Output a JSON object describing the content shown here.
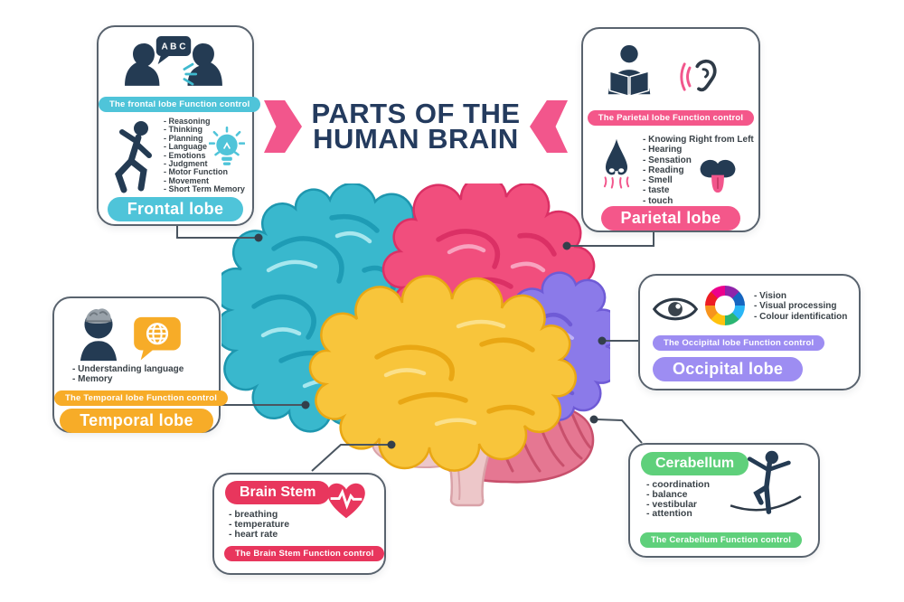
{
  "title": {
    "line1": "PARTS OF THE",
    "line2": "HUMAN BRAIN"
  },
  "frontal": {
    "name": "Frontal lobe",
    "function_label": "The frontal lobe Function control",
    "bubble_text": "A B C",
    "items": [
      "- Reasoning",
      "- Thinking",
      "- Planning",
      "- Language",
      "- Emotions",
      "- Judgment",
      "- Motor Function",
      "- Movement",
      "- Short Term Memory"
    ],
    "color": "#4FC4D9",
    "icons": [
      "talking-heads-abc-icon",
      "running-person-icon",
      "lightbulb-icon"
    ]
  },
  "parietal": {
    "name": "Parietal lobe",
    "function_label": "The Parietal lobe Function control",
    "items": [
      "- Knowing Right from Left",
      "- Hearing",
      "- Sensation",
      "- Reading",
      "- Smell",
      "- taste",
      "- touch"
    ],
    "color": "#F4578A",
    "icons": [
      "reading-person-icon",
      "ear-sound-icon",
      "nose-smell-icon",
      "tongue-icon"
    ]
  },
  "temporal": {
    "name": "Temporal lobe",
    "function_label": "The Temporal lobe Function control",
    "items": [
      "- Understanding language",
      "- Memory"
    ],
    "color": "#F7AC28",
    "icons": [
      "head-brain-icon",
      "globe-speech-bubble-icon"
    ]
  },
  "occipital": {
    "name": "Occipital lobe",
    "function_label": "The Occipital lobe Function control",
    "items": [
      "- Vision",
      "- Visual processing",
      "- Colour identification"
    ],
    "color": "#9D8DF2",
    "icons": [
      "eye-icon",
      "color-wheel-icon"
    ]
  },
  "brain_stem": {
    "name": "Brain Stem",
    "function_label": "The Brain Stem Function control",
    "items": [
      "- breathing",
      "- temperature",
      "- heart rate"
    ],
    "color": "#E8365D",
    "icons": [
      "heart-pulse-icon"
    ]
  },
  "cerabellum": {
    "name": "Cerabellum",
    "function_label": "The Cerabellum Function control",
    "items": [
      "- coordination",
      "- balance",
      "- vestibular",
      "- attention"
    ],
    "color": "#5FD07B",
    "icons": [
      "tightrope-walker-icon"
    ]
  },
  "brain": {
    "lobe_colors": {
      "frontal": "#39B8CD",
      "parietal": "#F14E7D",
      "temporal": "#F8C53B",
      "occipital": "#8B7AE9",
      "cerebellum": "#E57792",
      "brain_stem": "#ECC9CB"
    },
    "title_color": "#243B5E",
    "ribbon_color": "#F2568C",
    "connector_color": "#4A5560"
  }
}
